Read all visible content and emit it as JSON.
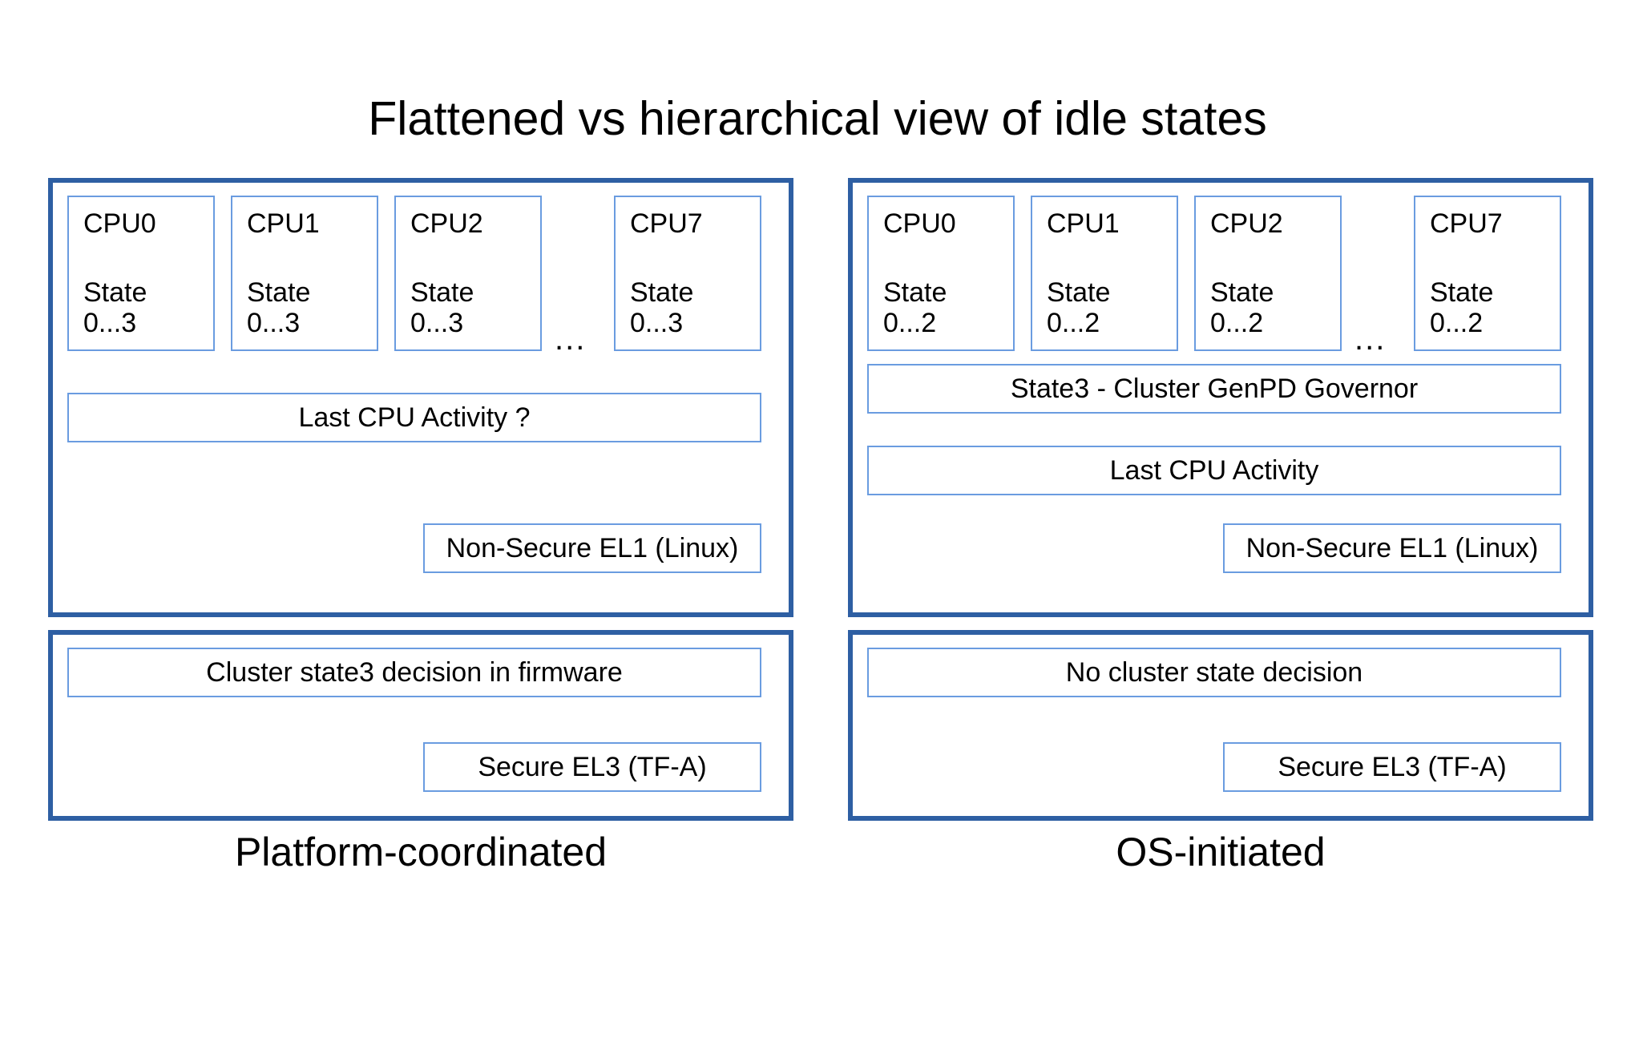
{
  "title": "Flattened vs hierarchical view of idle states",
  "colors": {
    "panel_border": "#2e5fa3",
    "inner_border": "#6a9ce0",
    "background": "#ffffff",
    "text": "#000000"
  },
  "left": {
    "caption": "Platform-coordinated",
    "os_panel": {
      "cpus": [
        {
          "name": "CPU0",
          "state": "State\n0...3"
        },
        {
          "name": "CPU1",
          "state": "State\n0...3"
        },
        {
          "name": "CPU2",
          "state": "State\n0...3"
        },
        {
          "name": "CPU7",
          "state": "State\n0...3"
        }
      ],
      "ellipsis": "...",
      "bars": [
        "Last CPU Activity ?"
      ],
      "exception_level": "Non-Secure EL1 (Linux)"
    },
    "fw_panel": {
      "bars": [
        "Cluster state3 decision in firmware"
      ],
      "exception_level": "Secure EL3 (TF-A)"
    }
  },
  "right": {
    "caption": "OS-initiated",
    "os_panel": {
      "cpus": [
        {
          "name": "CPU0",
          "state": "State\n0...2"
        },
        {
          "name": "CPU1",
          "state": "State\n0...2"
        },
        {
          "name": "CPU2",
          "state": "State\n0...2"
        },
        {
          "name": "CPU7",
          "state": "State\n0...2"
        }
      ],
      "ellipsis": "...",
      "bars": [
        "State3 - Cluster GenPD Governor",
        "Last CPU Activity"
      ],
      "exception_level": "Non-Secure EL1 (Linux)"
    },
    "fw_panel": {
      "bars": [
        "No cluster state decision"
      ],
      "exception_level": "Secure EL3 (TF-A)"
    }
  }
}
